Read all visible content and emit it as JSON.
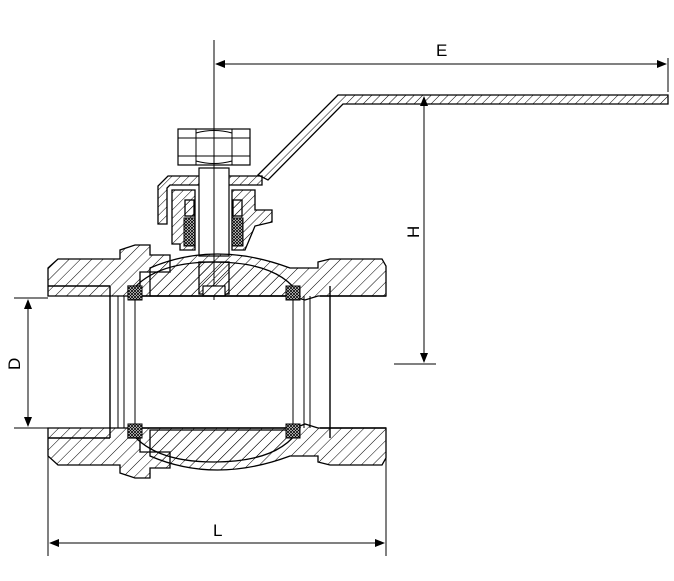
{
  "diagram": {
    "dimensions": {
      "E": "E",
      "H": "H",
      "D": "D",
      "L": "L"
    },
    "colors": {
      "line": "#000000",
      "background": "#ffffff"
    }
  }
}
